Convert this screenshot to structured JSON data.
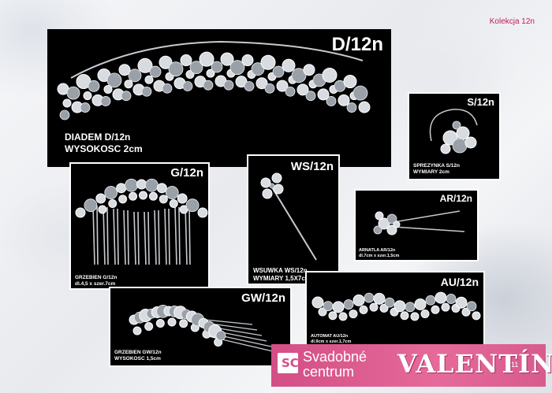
{
  "header": {
    "collection": "Kolekcja 12n"
  },
  "products": {
    "d": {
      "code": "D/12n",
      "line1": "DIADEM  D/12n",
      "line2": "WYSOKOSC   2cm"
    },
    "s": {
      "code": "S/12n",
      "line1": "SPREZYNKA  S/12n",
      "line2": "WYMIARY  2cm"
    },
    "ar": {
      "code": "AR/12n",
      "line1": "ARNATLA  AR/12n",
      "line2": "dl.7cm x szer.1,5cm"
    },
    "ws": {
      "code": "WS/12n",
      "line1": "WSUWKA  WS/12n",
      "line2": "WYMIARY  1,5X7cm"
    },
    "g": {
      "code": "G/12n",
      "line1": "GRZEBIEN  G/12n",
      "line2": "dl.4,5 x szer.7cm"
    },
    "gw": {
      "code": "GW/12n",
      "line1": "GRZEBIEN  GW/12n",
      "line2": "WYSOKOSC  1,5cm"
    },
    "au": {
      "code": "AU/12n",
      "line1": "AUTOMAT  AU/12n",
      "line2": "dl.9cm x szer.1,7cm"
    }
  },
  "banner": {
    "logo_icon": "logo-sc-icon",
    "line1": "Svadobné",
    "line2": "centrum",
    "name": "VALENTÍNY"
  },
  "page_number": "11"
}
